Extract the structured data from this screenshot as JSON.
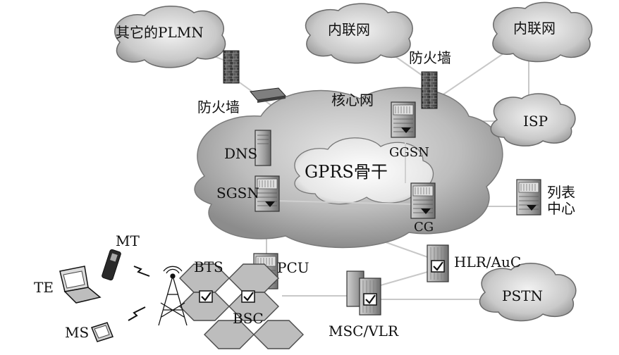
{
  "labels": {
    "other_plmn": "其它的PLMN",
    "intranet_1": "内联网",
    "intranet_2": "内联网",
    "firewall_1": "防火墙",
    "firewall_2": "防火墙",
    "core_network": "核心网",
    "isp": "ISP",
    "dns": "DNS",
    "ggsn": "GGSN",
    "gprs_backbone": "GPRS骨干",
    "sgsn": "SGSN",
    "billing_center": "列表中心",
    "cg": "CG",
    "mt": "MT",
    "te": "TE",
    "ms": "MS",
    "bts": "BTS",
    "pcu": "PCU",
    "hlr_auc": "HLR/AuC",
    "bsc": "BSC",
    "pstn": "PSTN",
    "msc_vlr": "MSC/VLR"
  }
}
